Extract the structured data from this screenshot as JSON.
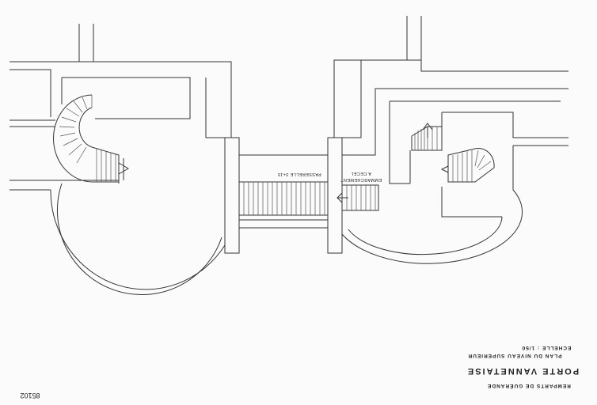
{
  "labels": {
    "passerelle": "PASSERELLE 3+15",
    "emmarchement": "EMMARCHEMENT",
    "cecel": "A CECEL"
  },
  "titleblock": {
    "line1": "REMPARTS DE GUÉRANDE",
    "line2": "PORTE VANNETAISE",
    "line3": "PLAN DU NIVEAU SUPERIEUR",
    "scale": "ECHELLE : 1/50"
  },
  "inventory": "85102"
}
